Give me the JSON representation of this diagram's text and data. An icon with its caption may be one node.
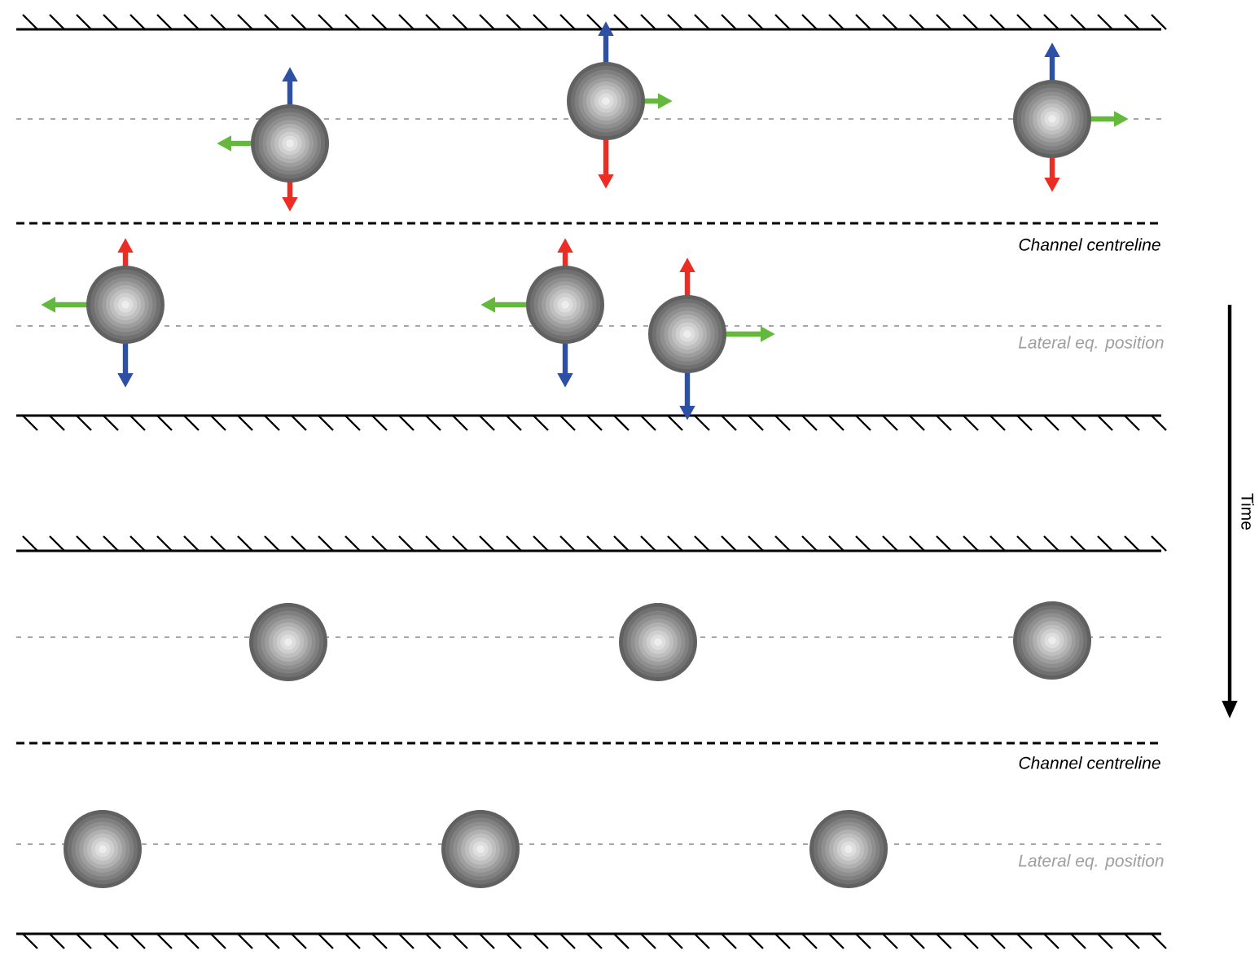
{
  "diagram": {
    "labels": [
      "Channel centreline",
      "Lateral eq. position",
      "Time",
      "Channel centreline",
      "Lateral eq. position"
    ]
  }
}
